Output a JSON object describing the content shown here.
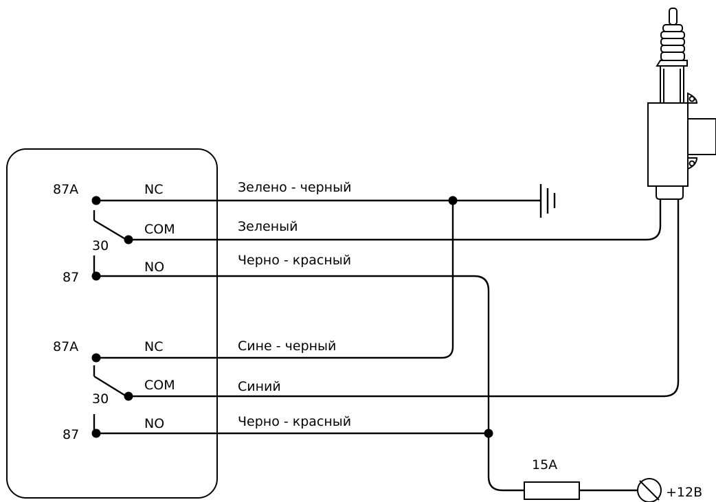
{
  "relay1": {
    "pin_87a": "87A",
    "pin_nc": "NC",
    "pin_30": "30",
    "pin_com": "COM",
    "pin_87": "87",
    "pin_no": "NO"
  },
  "relay2": {
    "pin_87a": "87A",
    "pin_nc": "NC",
    "pin_30": "30",
    "pin_com": "COM",
    "pin_87": "87",
    "pin_no": "NO"
  },
  "wires": {
    "w1": "Зелено - черный",
    "w2": "Зеленый",
    "w3": "Черно - красный",
    "w4": "Сине - черный",
    "w5": "Синий",
    "w6": "Черно - красный"
  },
  "fuse": {
    "rating": "15A"
  },
  "power": {
    "label": "+12В"
  }
}
